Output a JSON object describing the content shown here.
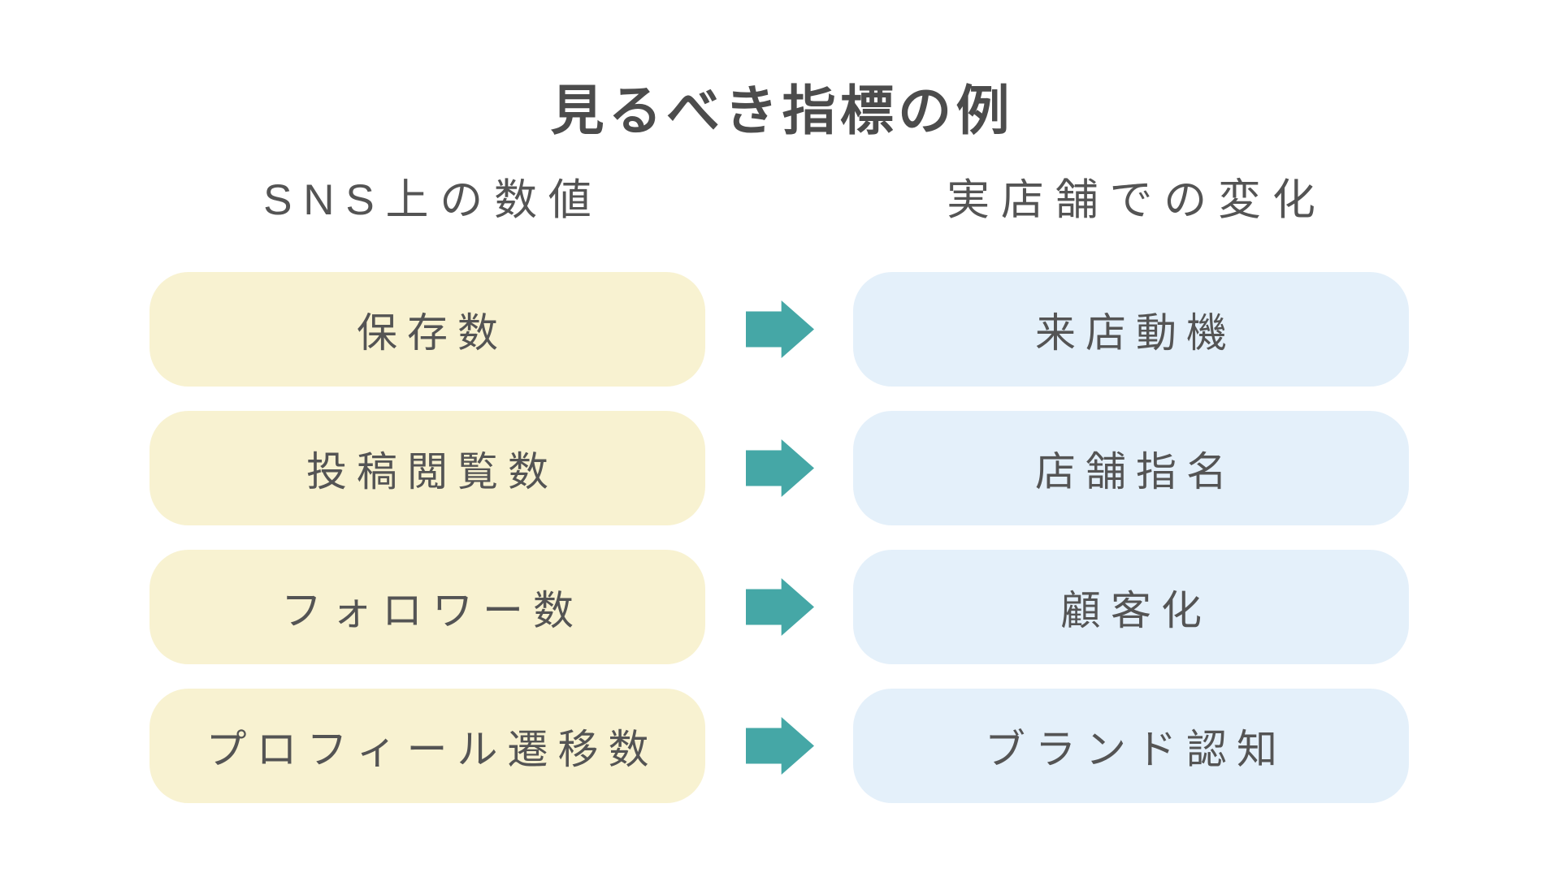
{
  "title": "見るべき指標の例",
  "columns": {
    "left": {
      "header": "SNS上の数値"
    },
    "right": {
      "header": "実店舗での変化"
    }
  },
  "rows": [
    {
      "sns": "保存数",
      "store": "来店動機"
    },
    {
      "sns": "投稿閲覧数",
      "store": "店舗指名"
    },
    {
      "sns": "フォロワー数",
      "store": "顧客化"
    },
    {
      "sns": "プロフィール遷移数",
      "store": "ブランド認知"
    }
  ],
  "colors": {
    "background": "#FFFFFF",
    "sns_pill": "#F8F2D1",
    "store_pill": "#E4F0FA",
    "arrow": "#45A7A6",
    "text": "#545454",
    "title_text": "#4C4C4C"
  }
}
